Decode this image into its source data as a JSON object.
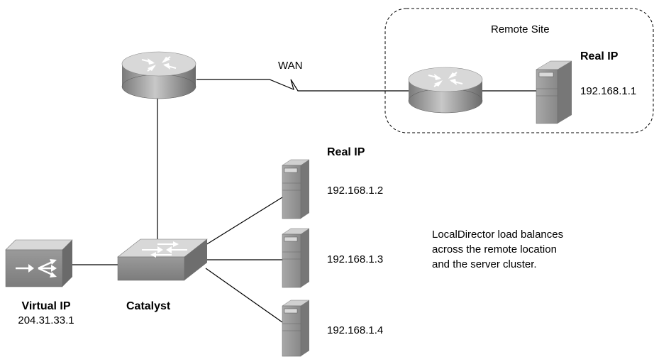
{
  "remote_site": {
    "title": "Remote Site",
    "real_ip_title": "Real IP",
    "real_ip": "192.168.1.1"
  },
  "wan_label": "WAN",
  "cluster": {
    "real_ip_title": "Real IP",
    "servers": [
      "192.168.1.2",
      "192.168.1.3",
      "192.168.1.4"
    ]
  },
  "localdirector": {
    "title": "Virtual IP",
    "ip": "204.31.33.1",
    "icon": "load-balancer-icon"
  },
  "catalyst_label": "Catalyst",
  "note": {
    "line1": "LocalDirector load balances",
    "line2": "across the remote location",
    "line3": "and the server cluster."
  }
}
